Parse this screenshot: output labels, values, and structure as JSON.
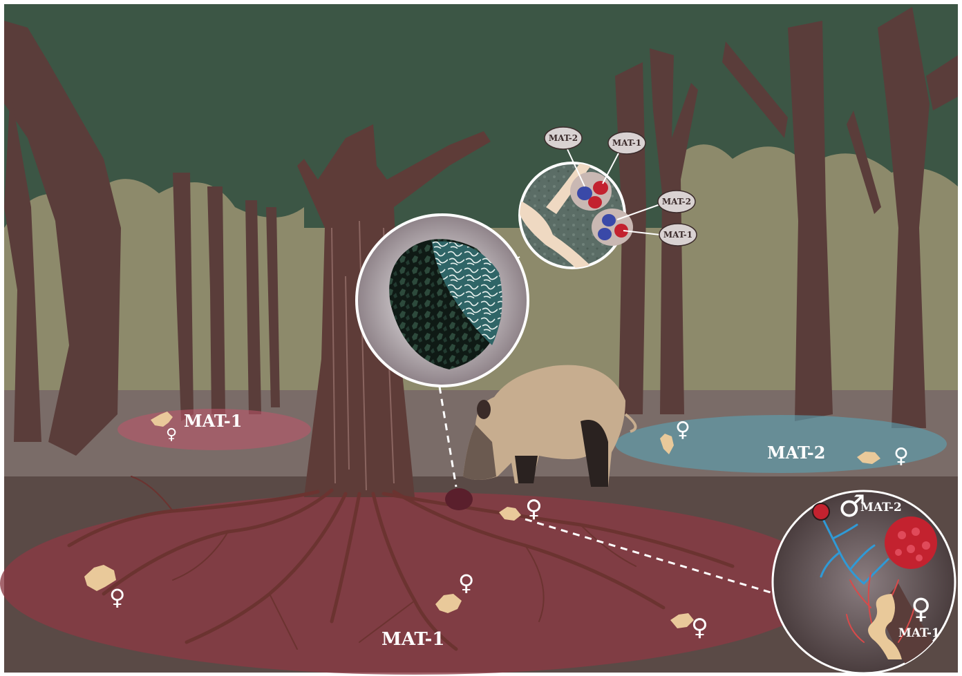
{
  "labels": {
    "zone_left": "MAT-1",
    "zone_right": "MAT-2",
    "zone_main": "MAT-1",
    "spore_pill_1": "MAT-2",
    "spore_pill_2": "MAT-1",
    "spore_pill_3": "MAT-2",
    "spore_pill_4": "MAT-1",
    "inset_male": "MAT-2",
    "inset_female": "MAT-1"
  },
  "symbols": {
    "female": "♀",
    "male": "♂"
  },
  "colors": {
    "canopy": "#3c5645",
    "background_forest": "#8d8a6b",
    "ground": "#5a4a46",
    "trunk": "#5a3d3a",
    "zone_mat1": "#c0566a",
    "zone_mat2": "#5aa3b5",
    "nucleus_mat1": "#c3222f",
    "nucleus_mat2": "#3a49a8",
    "male_hyphae": "#2f9ad6",
    "female_hyphae": "#d84a4a",
    "truffle_inner": "#2d5b5c"
  }
}
